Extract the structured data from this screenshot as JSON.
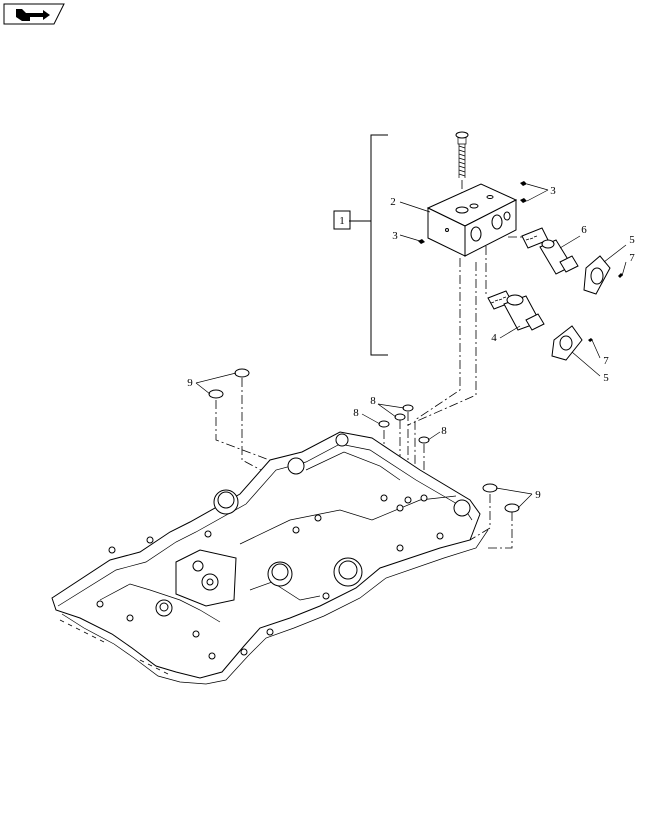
{
  "nav_icon": {
    "name": "book-arrow-icon"
  },
  "callouts": {
    "assembly": "1",
    "c2": "2",
    "c3a": "3",
    "c3b": "3",
    "c4": "4",
    "c5a": "5",
    "c5b": "5",
    "c6": "6",
    "c7a": "7",
    "c7b": "7",
    "c8a": "8",
    "c8b": "8",
    "c8c": "8",
    "c9a": "9",
    "c9b": "9"
  }
}
